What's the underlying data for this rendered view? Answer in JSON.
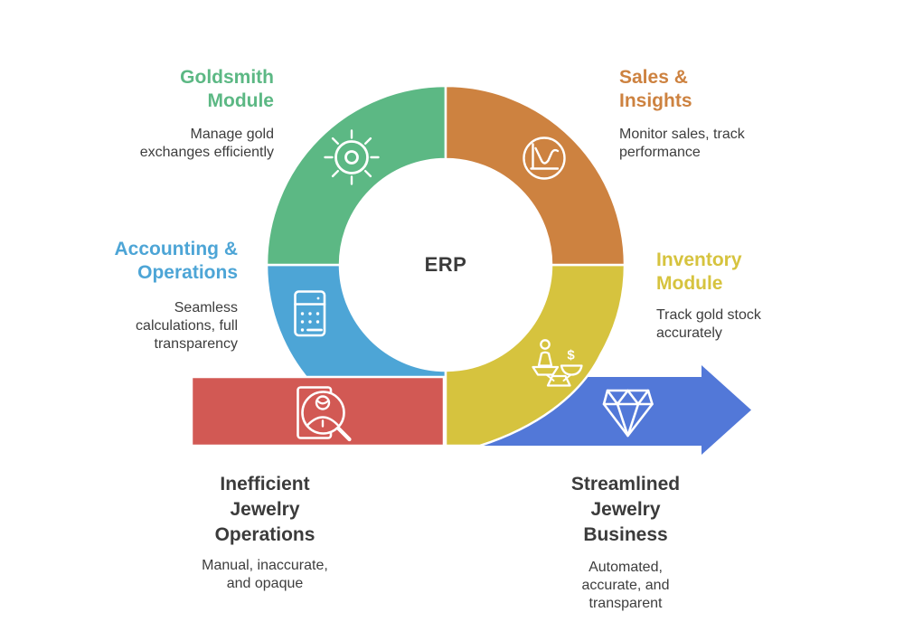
{
  "colors": {
    "green": "#5cb884",
    "orange": "#cd8240",
    "yellow": "#d6c33e",
    "blue": "#4da5d6",
    "red": "#d25954",
    "arrow_blue": "#5278d8",
    "text_dark": "#3d3d3d"
  },
  "center": {
    "label": "ERP"
  },
  "modules": {
    "goldsmith": {
      "title": "Goldsmith\nModule",
      "description": "Manage gold\nexchanges efficiently"
    },
    "sales": {
      "title": "Sales &\nInsights",
      "description": "Monitor sales, track\nperformance"
    },
    "accounting": {
      "title": "Accounting &\nOperations",
      "description": "Seamless\ncalculations, full\ntransparency"
    },
    "inventory": {
      "title": "Inventory\nModule",
      "description": "Track gold stock\naccurately"
    }
  },
  "flow": {
    "before": {
      "title": "Inefficient\nJewelry\nOperations",
      "description": "Manual, inaccurate,\nand opaque"
    },
    "after": {
      "title": "Streamlined\nJewelry\nBusiness",
      "description": "Automated,\naccurate, and\ntransparent"
    }
  },
  "icons": {
    "dollar_sign": "$"
  }
}
